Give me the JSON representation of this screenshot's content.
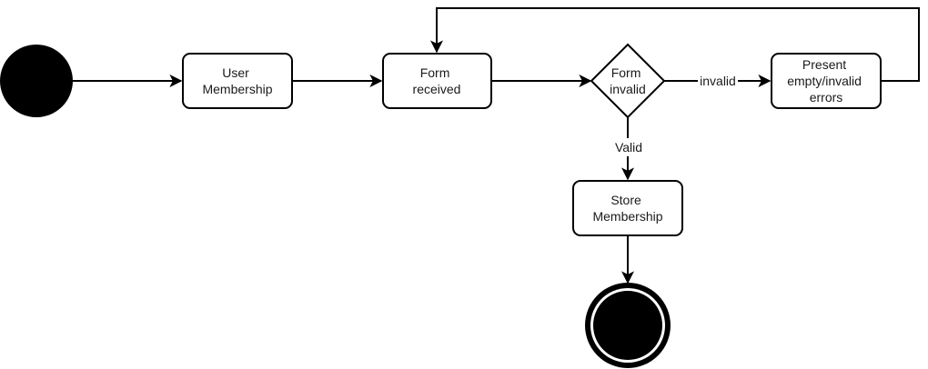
{
  "nodes": {
    "user_membership": {
      "lines": [
        "User",
        "Membership"
      ]
    },
    "form_received": {
      "lines": [
        "Form",
        "received"
      ]
    },
    "form_invalid": {
      "lines": [
        "Form",
        "invalid"
      ]
    },
    "present_errors": {
      "lines": [
        "Present",
        "empty/invalid",
        "errors"
      ]
    },
    "store_membership": {
      "lines": [
        "Store",
        "Membership"
      ]
    }
  },
  "edges": {
    "invalid_label": "invalid",
    "valid_label": "Valid"
  },
  "colors": {
    "stroke": "#000000",
    "fill": "#ffffff",
    "text": "#1a1a1a"
  }
}
